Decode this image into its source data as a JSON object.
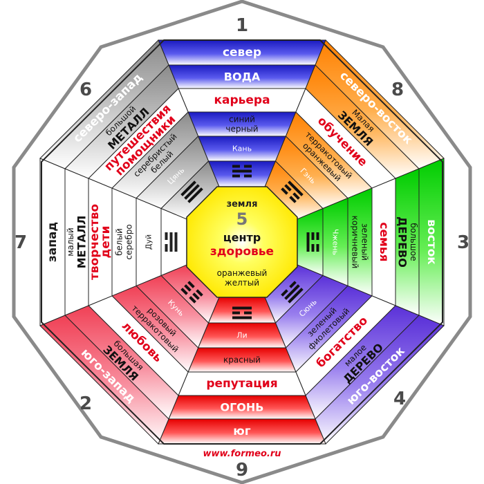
{
  "colors": {
    "n": "#2222cc",
    "ne": "#ff8c00",
    "e": "#11dd00",
    "se": "#7a55e0",
    "s": "#ee1111",
    "sw": "#f25565",
    "w": "#ffffff",
    "nw": "#a0a0a0",
    "center": "#ffee00",
    "red_text": "#e1001a"
  },
  "sectors": {
    "n": {
      "number": "1",
      "direction": "север",
      "element": "ВОДА",
      "life_area": "карьера",
      "color_text": [
        "синий",
        "черный"
      ],
      "trigram": "Кань"
    },
    "ne": {
      "number": "8",
      "direction": "северо-восток",
      "element_sub": "Малая",
      "element": "ЗЕМЛЯ",
      "life_area": "обучение",
      "color_text": [
        "терракотовый",
        "оранжевый"
      ],
      "trigram": "Гэнь"
    },
    "e": {
      "number": "3",
      "direction": "восток",
      "element_sub": "большое",
      "element": "ДЕРЕВО",
      "life_area": "семья",
      "color_text": [
        "зеленый",
        "коричневый"
      ],
      "trigram": "Чжень"
    },
    "se": {
      "number": "4",
      "direction": "юго-восток",
      "element_sub": "малое",
      "element": "ДЕРЕВО",
      "life_area": "богатство",
      "color_text": [
        "зеленый",
        "фиолетовый"
      ],
      "trigram": "Сюнь"
    },
    "s": {
      "number": "9",
      "direction": "юг",
      "element": "ОГОНЬ",
      "life_area": "репутация",
      "color_text": [
        "красный"
      ],
      "trigram": "Ли"
    },
    "sw": {
      "number": "2",
      "direction": "юго-запад",
      "element_sub": "большая",
      "element": "ЗЕМЛЯ",
      "life_area": "любовь",
      "color_text": [
        "розовый",
        "терракотовый"
      ],
      "trigram": "Кунь"
    },
    "w": {
      "number": "7",
      "direction": "запад",
      "element_sub": "малый",
      "element": "МЕТАЛЛ",
      "life_area": [
        "творчество",
        "дети"
      ],
      "color_text": [
        "белый",
        "серебро"
      ],
      "trigram": "Дуй"
    },
    "nw": {
      "number": "6",
      "direction": "северо-запад",
      "element_sub": "большой",
      "element": "МЕТАЛЛ",
      "life_area": [
        "путешествия",
        "помощники"
      ],
      "color_text": [
        "серебристый",
        "белый"
      ],
      "trigram": "Цянь"
    }
  },
  "center": {
    "element": "земля",
    "number": "5",
    "title": "центр",
    "life_area": "здоровье",
    "color_text": [
      "оранжевый",
      "желтый"
    ]
  },
  "footer": {
    "url": "www.formeo.ru"
  }
}
